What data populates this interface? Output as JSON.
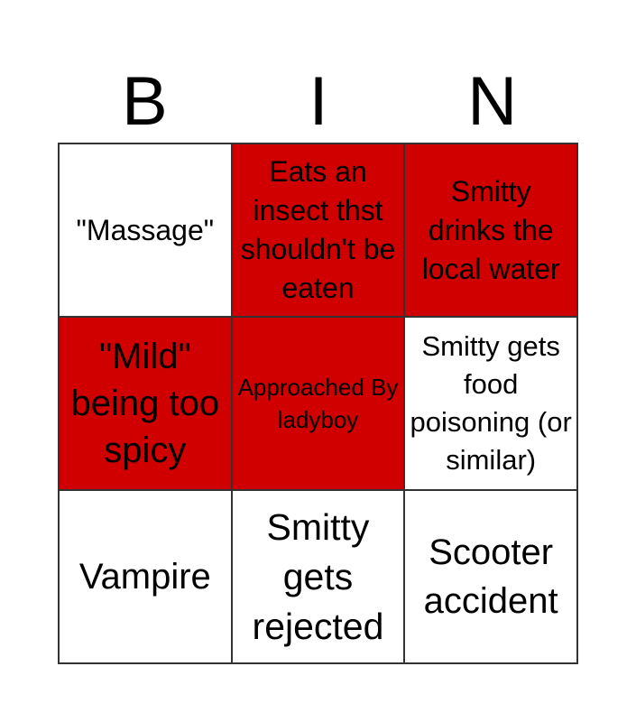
{
  "header": [
    "B",
    "I",
    "N"
  ],
  "colors": {
    "marked": "#d00000",
    "unmarked": "#ffffff"
  },
  "cells": [
    {
      "text": "\"Massage\"",
      "marked": false
    },
    {
      "text": "Eats an insect thst shouldn't be eaten",
      "marked": true
    },
    {
      "text": "Smitty drinks the local water",
      "marked": true
    },
    {
      "text": "\"Mild\" being too spicy",
      "marked": true
    },
    {
      "text": "Approached By ladyboy",
      "marked": true
    },
    {
      "text": "Smitty gets food poisoning (or similar)",
      "marked": false
    },
    {
      "text": "Vampire",
      "marked": false
    },
    {
      "text": "Smitty gets rejected",
      "marked": false
    },
    {
      "text": "Scooter accident",
      "marked": false
    }
  ]
}
